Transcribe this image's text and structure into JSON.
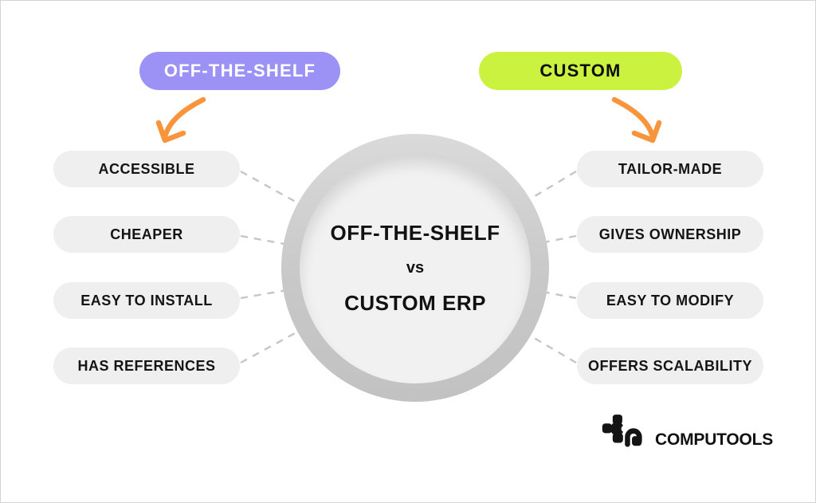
{
  "tags": {
    "left": {
      "label": "OFF-THE-SHELF"
    },
    "right": {
      "label": "CUSTOM"
    }
  },
  "center_circle": {
    "line1": "OFF-THE-SHELF",
    "vs": "vs",
    "line2": "CUSTOM ERP"
  },
  "left_items": [
    "ACCESSIBLE",
    "CHEAPER",
    "EASY TO INSTALL",
    "HAS REFERENCES"
  ],
  "right_items": [
    "TAILOR-MADE",
    "GIVES OWNERSHIP",
    "EASY TO MODIFY",
    "OFFERS SCALABILITY"
  ],
  "logo": {
    "name": "COMPUTOOLS"
  },
  "colors": {
    "purple_tag": "#9c92f5",
    "lime_tag": "#cbf23f",
    "pill_bg": "#efefef",
    "connector": "#c6c6c6",
    "arrow": "#f8943b",
    "circle_ring": "#c8c8c8",
    "circle_fill": "#f1f1f1"
  }
}
